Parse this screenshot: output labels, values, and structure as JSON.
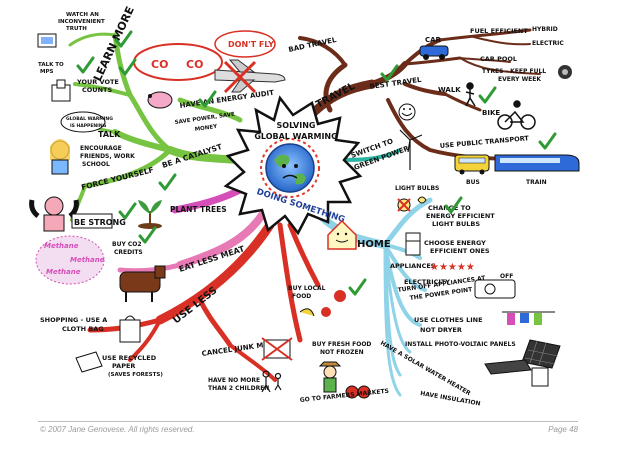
{
  "center": {
    "top_line1": "SOLVING",
    "top_line2": "GLOBAL WARMING",
    "bottom": "DOING SOMETHING"
  },
  "branches": {
    "learn_more": "LEARN MORE",
    "catalyst": "BE A CATALYST",
    "plant_trees": "PLANT TREES",
    "eat_less_meat": "EAT LESS MEAT",
    "use_less": "USE LESS",
    "home": "HOME",
    "travel": "TRAVEL",
    "green_power": [
      "SWITCH TO",
      "GREEN POWER"
    ],
    "energy_audit": "HAVE AN ENERGY AUDIT",
    "buy_local": [
      "BUY LOCAL",
      "FOOD"
    ]
  },
  "learn_more_items": {
    "inconvenient": [
      "WATCH AN",
      "INCONVENIENT",
      "TRUTH"
    ],
    "talk_mps": [
      "TALK TO",
      "MPS"
    ],
    "vote": [
      "YOUR VOTE",
      "COUNTS"
    ],
    "talk": "TALK",
    "bubble": [
      "GLOBAL WARMING",
      "IS HAPPENING"
    ]
  },
  "catalyst_items": {
    "encourage": [
      "ENCOURAGE",
      "FRIENDS, WORK",
      "SCHOOL"
    ],
    "force": "FORCE YOURSELF",
    "be_strong": "BE STRONG",
    "save_power": [
      "SAVE POWER, SAVE",
      "MONEY"
    ]
  },
  "dont_fly": "DON'T FLY",
  "bad_travel": "BAD TRAVEL",
  "best_travel": "BEST TRAVEL",
  "co2_cloud": [
    "CO",
    "CO"
  ],
  "car": {
    "label": "CAR",
    "fuel_efficient": "FUEL EFFICIENT",
    "hybrid": "HYBRID",
    "electric": "ELECTRIC",
    "car_pool": "CAR POOL",
    "tyres": [
      "TYRES - KEEP FULL",
      "EVERY WEEK"
    ]
  },
  "walk": "WALK",
  "bike": "BIKE",
  "public_transport": "USE PUBLIC TRANSPORT",
  "bus": "BUS",
  "train": "TRAIN",
  "home_items": {
    "light_bulbs": "LIGHT BULBS",
    "change_bulbs": [
      "CHANGE TO",
      "ENERGY EFFICIENT",
      "LIGHT BULBS"
    ],
    "choose_energy": [
      "CHOOSE ENERGY",
      "EFFICIENT ONES"
    ],
    "appliances": "APPLIANCES",
    "stars": "★★★★★",
    "electricity": "ELECTRICITY",
    "turn_off": [
      "TURN OFF APPLIANCES AT",
      "THE POWER POINT"
    ],
    "off_label": "OFF",
    "clothes_line": "USE CLOTHES LINE",
    "not_dryer": "NOT DRYER",
    "pv_panels": "INSTALL PHOTO-VOLTAIC PANELS",
    "solar_heater": "HAVE A SOLAR WATER HEATER",
    "insulation": "HAVE INSULATION"
  },
  "methane": [
    "Methane",
    "Methane",
    "Methane"
  ],
  "buy_co2": [
    "BUY CO2",
    "CREDITS"
  ],
  "use_less_items": {
    "shopping": [
      "SHOPPING - USE A",
      "CLOTH BAG"
    ],
    "recycled": [
      "USE RECYCLED",
      "PAPER",
      "(SAVES FORESTS)"
    ],
    "junk_mail": "CANCEL JUNK MAIL",
    "children": [
      "HAVE NO MORE",
      "THAN 2 CHILDREN"
    ]
  },
  "food_items": {
    "fresh_food": [
      "BUY FRESH FOOD",
      "NOT FROZEN"
    ],
    "farmers": "GO TO FARMERS MARKETS"
  },
  "footer": {
    "copyright": "© 2007 Jane Genovese. All rights reserved.",
    "page": "Page 48"
  },
  "colors": {
    "travel": "#6b2d1a",
    "home": "#8fd3e8",
    "catalyst": "#76c442",
    "use_less": "#d93025",
    "plant": "#d64fb8",
    "meat": "#e77ab4",
    "check": "#2e9b35"
  }
}
